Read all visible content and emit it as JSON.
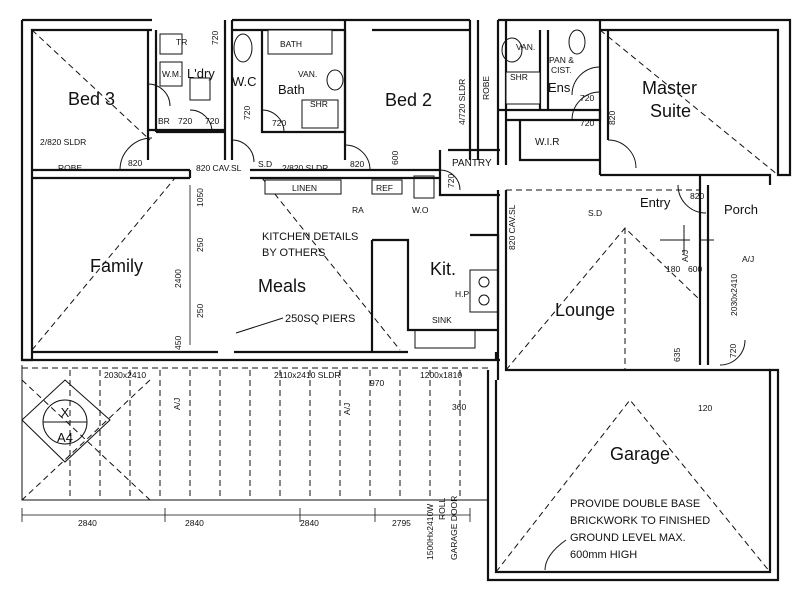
{
  "rooms": {
    "bed3": "Bed 3",
    "laundry": "L'dry",
    "wc": "W.C",
    "bath": "Bath",
    "bed2": "Bed 2",
    "master": "Master",
    "suite": "Suite",
    "ens": "Ens",
    "wir": "W.I.R",
    "pantry": "PANTRY",
    "family": "Family",
    "meals": "Meals",
    "kitchen": "Kit.",
    "lounge": "Lounge",
    "entry": "Entry",
    "porch": "Porch",
    "garage": "Garage"
  },
  "fixtures": {
    "tr": "TR",
    "wm": "W.M.",
    "bath_tub": "BATH",
    "van": "VAN.",
    "shr": "SHR",
    "robe": "ROBE",
    "pan_cist_1": "PAN &",
    "pan_cist_2": "CIST.",
    "br": "BR",
    "linen": "LINEN",
    "ref": "REF",
    "ra": "RA",
    "wo": "W.O",
    "sink": "SINK",
    "hp": "H.P",
    "sd_1": "S.D",
    "sd_2": "S.D",
    "aj_1": "A/J",
    "aj_2": "A/J",
    "aj_3": "A/J",
    "aj_4": "A/J"
  },
  "doors": {
    "d720_tr": "720",
    "d820_tr": "820",
    "d720_laundry": "720",
    "d720_wc": "720",
    "d720_bath": "720",
    "d720_ens1": "720",
    "d720_ens2": "720",
    "d820_bed3_sldr": "2/820 SLDR",
    "d820_bed3": "820",
    "d820_cav": "820 CAV.SL",
    "d2820_sldr": "2/820 SLDR",
    "d820_bed2": "820",
    "d4720_sldr": "4/720 SLDR",
    "d600": "600",
    "d820_master": "820",
    "d720_pantry": "720",
    "d820_cav_kit": "820 CAV.SL",
    "d820_entry": "820",
    "d720_garage": "720"
  },
  "dimensions": {
    "d1050": "1050",
    "d250a": "250",
    "d2400": "2400",
    "d250b": "250",
    "d450": "450",
    "w2030_2410a": "2030x2410",
    "w2110_2410": "2110x2410 SLDR",
    "d970": "970",
    "w1200_1810": "1200x1810",
    "d360": "360",
    "d180": "180",
    "d600b": "600",
    "w2030_2410b": "2030x2410",
    "d635": "635",
    "d120": "120",
    "b2840a": "2840",
    "b2840b": "2840",
    "b2840c": "2840",
    "b2795": "2795",
    "garage_door_1": "1500Hx2410W",
    "garage_door_2": "ROLL",
    "garage_door_3": "GARAGE DOOR"
  },
  "notes": {
    "kitchen_1": "KITCHEN DETAILS",
    "kitchen_2": "BY OTHERS",
    "piers": "250SQ PIERS",
    "provide_1": "PROVIDE DOUBLE BASE",
    "provide_2": "BRICKWORK TO FINISHED",
    "provide_3": "GROUND LEVEL MAX.",
    "provide_4": "600mm HIGH"
  },
  "section_marker": {
    "top": "X",
    "bottom": "A4"
  }
}
